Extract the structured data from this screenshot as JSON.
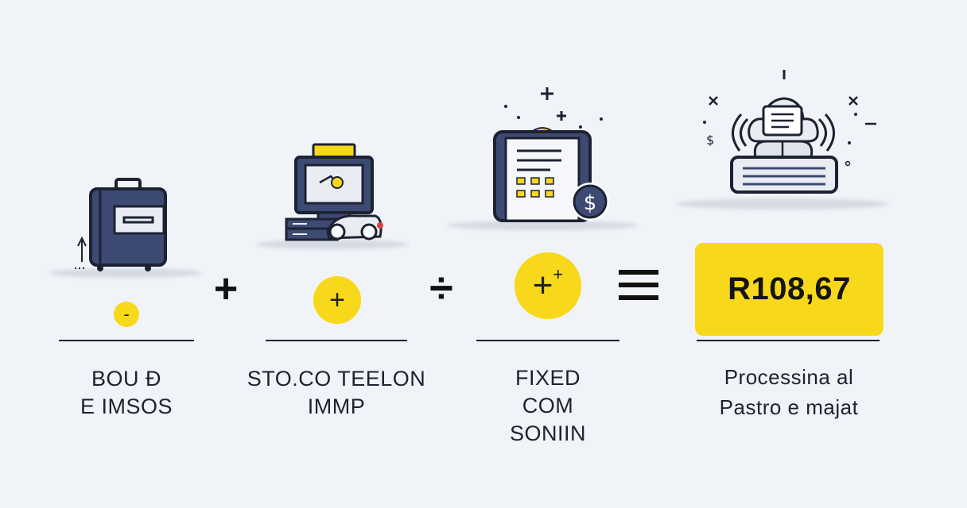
{
  "steps": [
    {
      "symbol": "-",
      "label_lines": [
        "BOU Đ",
        "E IMSOS"
      ]
    },
    {
      "symbol": "+",
      "label_lines": [
        "STO.CO TEELON",
        "IMMP"
      ]
    },
    {
      "symbol": "+",
      "symbol_sup": "+",
      "label_lines": [
        "FIXED",
        "COM",
        "SONIIN"
      ]
    },
    {
      "label_lines": [
        "Processina al",
        "Pastro e majat"
      ]
    }
  ],
  "operators": {
    "plus": "+",
    "divide": "÷"
  },
  "result": {
    "value": "R108,67"
  },
  "icons": {
    "step1": "suitcase-icon",
    "step2": "computer-server-icon",
    "step3": "calculator-dollar-icon",
    "step4": "cloud-processing-icon"
  },
  "colors": {
    "accent": "#f8d81a",
    "ink": "#1d2233",
    "navy": "#3d4a73",
    "background": "#f0f3f7"
  }
}
